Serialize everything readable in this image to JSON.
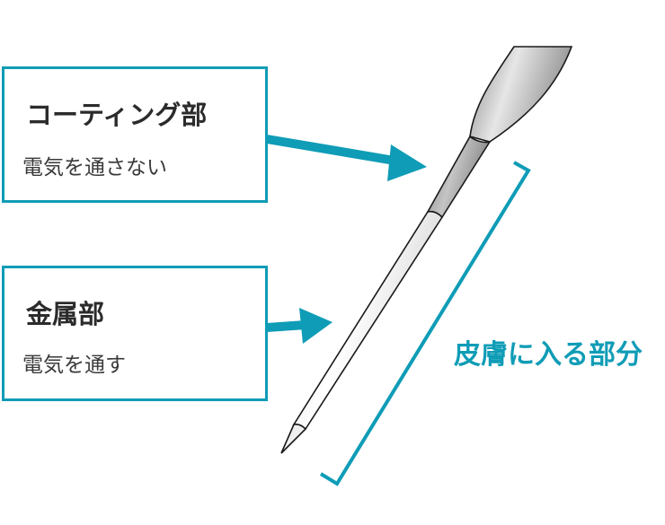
{
  "diagram": {
    "subject": "acupuncture-style needle electrode",
    "accent_color": "#0f9cb6",
    "text_color": "#2b2b2b",
    "callouts": [
      {
        "title": "コーティング部",
        "description": "電気を通さない",
        "points_to": "coated shaft section"
      },
      {
        "title": "金属部",
        "description": "電気を通す",
        "points_to": "exposed metal shaft"
      }
    ],
    "bracket_label": "皮膚に入る部分"
  }
}
